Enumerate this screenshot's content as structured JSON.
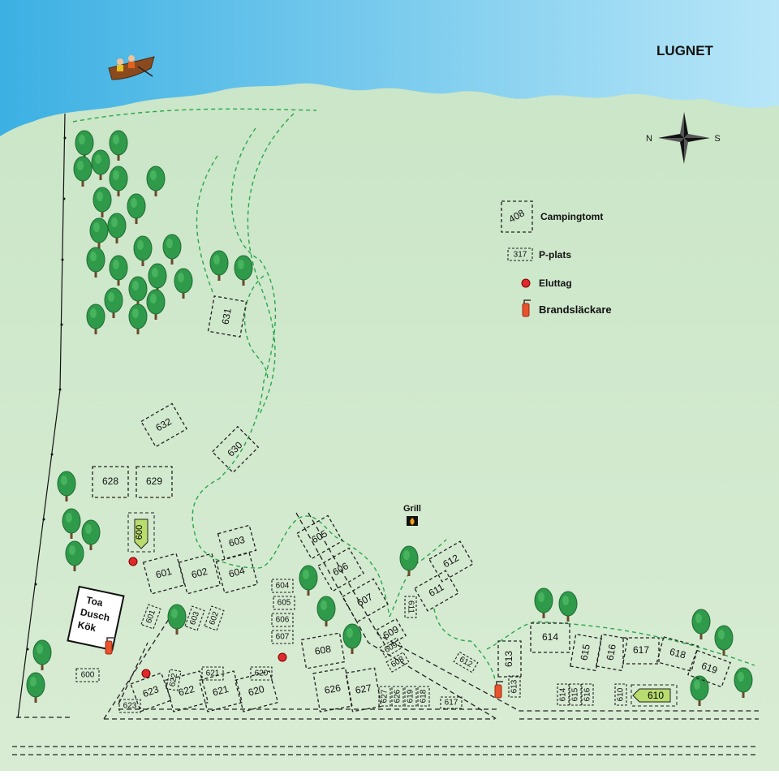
{
  "lake_name": "LUGNET",
  "compass": {
    "left": "N",
    "right": "S"
  },
  "legend": {
    "plot_sample": "408",
    "plot_label": "Campingtomt",
    "parking_sample": "317",
    "parking_label": "P-plats",
    "outlet_label": "Eluttag",
    "extinguisher_label": "Brandsläckare"
  },
  "grill_label": "Grill",
  "facility": {
    "line1": "Toa",
    "line2": "Dusch",
    "line3": "Kök"
  },
  "plots": [
    {
      "id": "631"
    },
    {
      "id": "632"
    },
    {
      "id": "630"
    },
    {
      "id": "628"
    },
    {
      "id": "629"
    },
    {
      "id": "603"
    },
    {
      "id": "601"
    },
    {
      "id": "602"
    },
    {
      "id": "604"
    },
    {
      "id": "605"
    },
    {
      "id": "606"
    },
    {
      "id": "607"
    },
    {
      "id": "608"
    },
    {
      "id": "612"
    },
    {
      "id": "611"
    },
    {
      "id": "614"
    },
    {
      "id": "615"
    },
    {
      "id": "616"
    },
    {
      "id": "617"
    },
    {
      "id": "618"
    },
    {
      "id": "619"
    },
    {
      "id": "613"
    },
    {
      "id": "623"
    },
    {
      "id": "622"
    },
    {
      "id": "621"
    },
    {
      "id": "620"
    },
    {
      "id": "626"
    },
    {
      "id": "627"
    },
    {
      "id": "609"
    }
  ],
  "parking": [
    {
      "id": "604"
    },
    {
      "id": "605"
    },
    {
      "id": "606"
    },
    {
      "id": "607"
    },
    {
      "id": "601"
    },
    {
      "id": "603"
    },
    {
      "id": "602"
    },
    {
      "id": "600"
    },
    {
      "id": "622"
    },
    {
      "id": "621"
    },
    {
      "id": "620"
    },
    {
      "id": "623"
    },
    {
      "id": "611"
    },
    {
      "id": "609"
    },
    {
      "id": "608"
    },
    {
      "id": "612"
    },
    {
      "id": "613"
    },
    {
      "id": "627"
    },
    {
      "id": "626"
    },
    {
      "id": "619"
    },
    {
      "id": "618"
    },
    {
      "id": "617"
    },
    {
      "id": "614"
    },
    {
      "id": "615"
    },
    {
      "id": "616"
    },
    {
      "id": "610"
    }
  ],
  "signs": [
    {
      "id": "600"
    },
    {
      "id": "610"
    }
  ],
  "colors": {
    "water": "#53b8e6",
    "grass": "#d2e9cf",
    "path": "#2aa64a",
    "tree": "#2f9a4a",
    "outlet": "#e02a2a",
    "extinguisher": "#e8522d",
    "sign": "#b9dc6e"
  }
}
